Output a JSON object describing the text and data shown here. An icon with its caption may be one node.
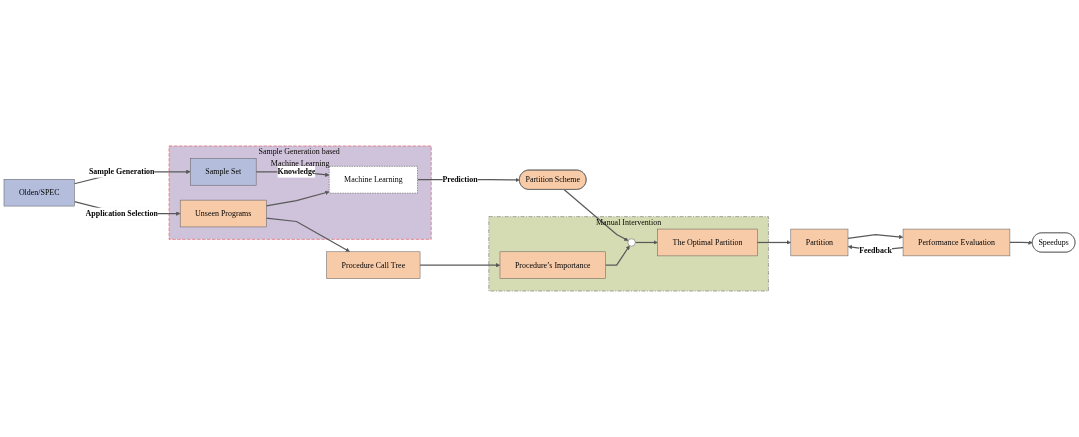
{
  "diagram": {
    "nodes": [
      {
        "text": [
          "Olden/SPEC"
        ]
      },
      {
        "text": [
          "Sample Generation based Machine Learning"
        ]
      },
      {
        "text": [
          "Sample Set"
        ],
        "in": 1
      },
      {
        "text": [
          "Unseen Programs"
        ],
        "in": 1
      },
      {
        "text": [
          "Machine Learning"
        ],
        "in": 1
      },
      {
        "text": [
          "Partition Scheme"
        ]
      },
      {
        "text": [
          "Manual Intervention"
        ]
      },
      {
        "text": [],
        "shape": "circle",
        "in": 6
      },
      {
        "text": [
          "The Optimal Partition"
        ],
        "in": 6
      },
      {
        "text": [
          "Procedure’s Importance"
        ],
        "in": 6
      },
      {
        "text": [
          "Procedure Call Tree"
        ]
      },
      {
        "text": [
          "Partition"
        ]
      },
      {
        "text": [
          "Performance Evaluation"
        ]
      },
      {
        "text": [
          "Speedups"
        ]
      }
    ],
    "edges": [
      {
        "from": 0,
        "to": 2,
        "arrow": "to",
        "label": "Sample Generation"
      },
      {
        "from": 0,
        "to": 3,
        "arrow": "to",
        "label": "Application Selection"
      },
      {
        "from": 2,
        "to": 4,
        "arrow": "to",
        "label": "Knowledge"
      },
      {
        "from": 3,
        "to": 4,
        "arrow": "to"
      },
      {
        "from": 4,
        "to": 5,
        "arrow": "to",
        "label": "Prediction"
      },
      {
        "from": 5,
        "to": 7,
        "arrow": "to"
      },
      {
        "from": 3,
        "to": 10,
        "arrow": "to"
      },
      {
        "from": 10,
        "to": 9,
        "arrow": "to"
      },
      {
        "from": 9,
        "to": 7,
        "arrow": "to"
      },
      {
        "from": 7,
        "to": 8,
        "arrow": "to"
      },
      {
        "from": 8,
        "to": 11,
        "arrow": "to"
      },
      {
        "from": 11,
        "to": 12,
        "arrow": "to"
      },
      {
        "from": 12,
        "to": 11,
        "arrow": "to",
        "label": "Feedback"
      },
      {
        "from": 12,
        "to": 13,
        "arrow": "to"
      }
    ]
  }
}
